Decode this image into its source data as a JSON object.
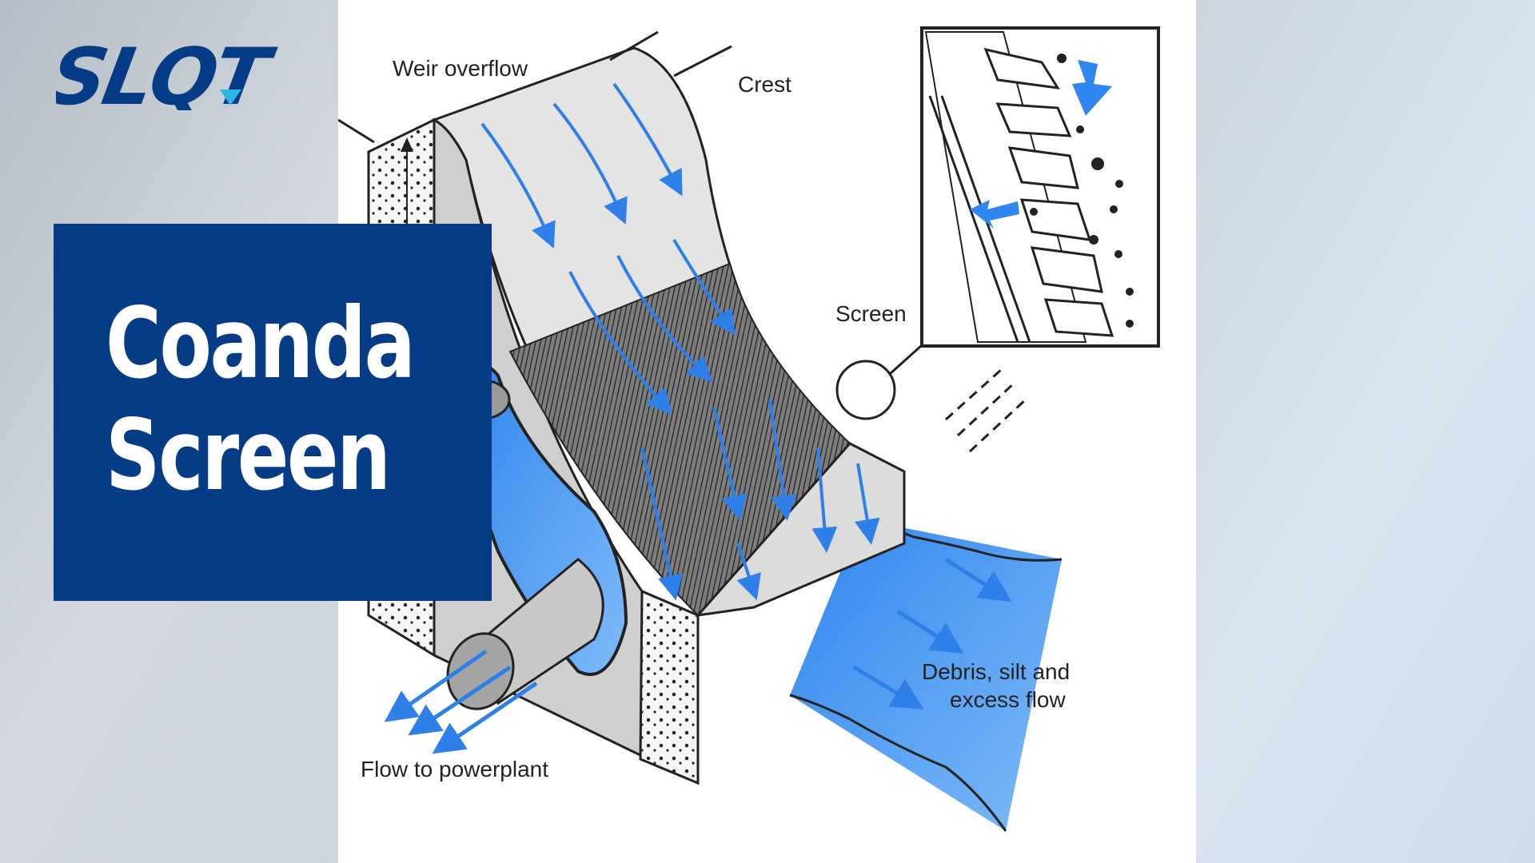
{
  "logo": {
    "text": "SLQT",
    "colors": {
      "primary": "#063b86",
      "accent": "#2ab7e6"
    }
  },
  "title": {
    "line1": "Coanda",
    "line2": "Screen"
  },
  "diagram": {
    "labels": {
      "weir_overflow": "Weir overflow",
      "crest": "Crest",
      "screen": "Screen",
      "debris_line1": "Debris, silt and",
      "debris_line2": "excess flow",
      "flow_to_powerplant": "Flow to powerplant"
    },
    "colors": {
      "water": "#3d8ef0",
      "water_light": "#7fb8f7",
      "concrete": "#d9d9d9",
      "title_bg": "#063b86"
    }
  }
}
